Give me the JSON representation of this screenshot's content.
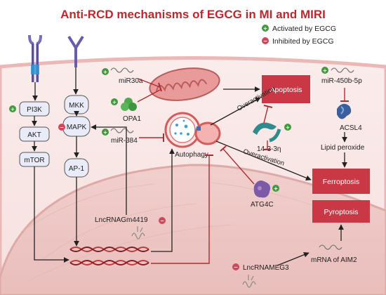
{
  "title": "Anti-RCD mechanisms of EGCG in MI and MIRI",
  "legend": {
    "activated": "Activated by EGCG",
    "inhibited": "Inhibited by EGCG"
  },
  "colors": {
    "activated": "#3e9b3a",
    "inhibited": "#d4455a",
    "title": "#c0272d",
    "outcome_box": "#c93844",
    "inhibit_line": "#b22a33",
    "protein": "#3a5fa0"
  },
  "nodes": {
    "pi3k": "PI3K",
    "akt": "AKT",
    "mtor": "mTOR",
    "mkk": "MKK",
    "mapk": "MAPK",
    "ap1": "AP-1",
    "mir30a": "miR30a",
    "opa1": "OPA1",
    "mir384": "miR-384",
    "autophagy": "Autophagy",
    "protein_1433": "14-3-3η",
    "atg4c": "ATG4C",
    "mir450b": "miR-450b-5p",
    "acsl4": "ACSL4",
    "lipid_peroxide": "Lipid peroxide",
    "lnc_gm4419": "LncRNAGm4419",
    "lnc_meg3": "LncRNAMEG3",
    "mrna_aim2": "mRNA of AIM2"
  },
  "outcomes": {
    "apoptosis": "Apoptosis",
    "ferroptosis": "Ferroptosis",
    "pyroptosis": "Pyroptosis"
  },
  "edge_labels": {
    "overactivation_1": "Overactivation",
    "overactivation_2": "Overactivation"
  },
  "icons": {
    "activated_symbol": "+",
    "inhibited_symbol": "−"
  }
}
